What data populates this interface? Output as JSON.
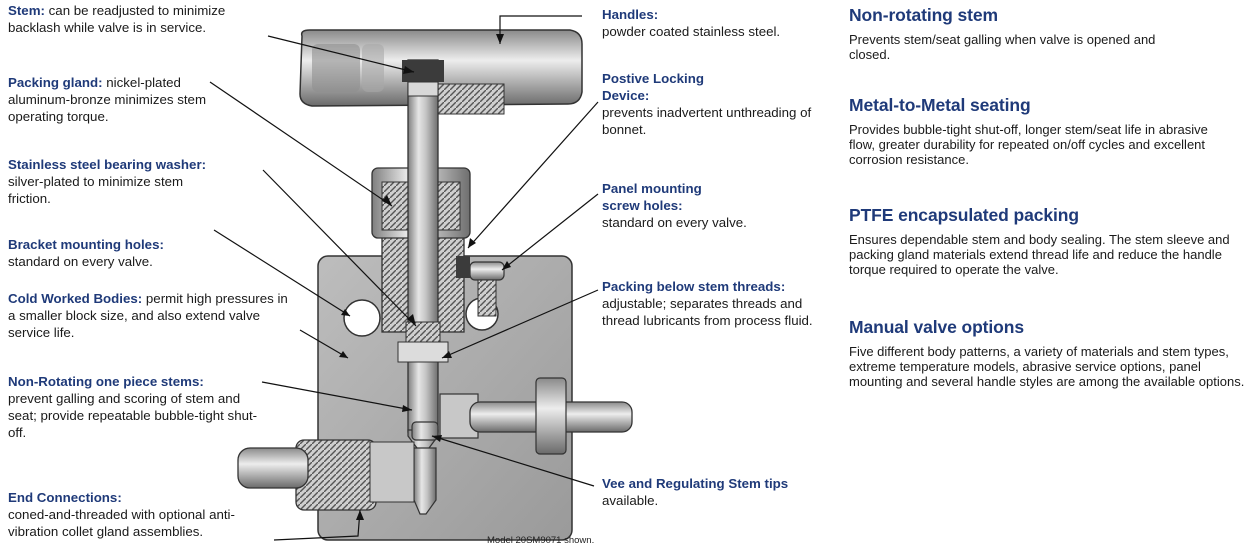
{
  "callouts": {
    "stem": {
      "title": "Stem:",
      "text": " can be readjusted to minimize backlash while valve is in service."
    },
    "packing_gland": {
      "title": "Packing gland:",
      "text": " nickel-plated aluminum-bronze minimizes stem operating torque."
    },
    "bearing_washer": {
      "title": "Stainless steel bearing washer:",
      "text": "silver-plated to minimize stem friction."
    },
    "bracket_holes": {
      "title": "Bracket mounting holes:",
      "text": "standard on every valve."
    },
    "cold_worked": {
      "title": "Cold Worked Bodies:",
      "text": " permit high pressures in a smaller block size, and also extend valve service life."
    },
    "non_rotating_stems": {
      "title": "Non-Rotating one piece stems:",
      "text": "prevent galling and scoring of stem and seat; provide repeatable bubble-tight shut-off."
    },
    "end_connections": {
      "title": "End Connections:",
      "text": "coned-and-threaded with optional anti-vibration collet gland assemblies."
    },
    "handles": {
      "title": "Handles:",
      "text": "powder coated stainless steel."
    },
    "locking_device": {
      "title": "Postive Locking Device:",
      "text": "prevents inadvertent unthreading of bonnet."
    },
    "panel_holes": {
      "title": "Panel mounting screw holes:",
      "text": "standard on every valve."
    },
    "packing_below": {
      "title": "Packing below stem threads:",
      "text": " adjustable; separates threads and thread lubricants from process fluid."
    },
    "vee_tips": {
      "title": "Vee and Regulating Stem tips",
      "text": " available."
    }
  },
  "features": [
    {
      "title": "Non-rotating stem",
      "text": "Prevents stem/seat galling when valve is opened and closed."
    },
    {
      "title": "Metal-to-Metal seating",
      "text": "Provides bubble-tight shut-off, longer stem/seat life in abrasive flow, greater durability for repeated on/off cycles and excellent corrosion resistance."
    },
    {
      "title": "PTFE encapsulated packing",
      "text": "Ensures dependable stem and body sealing. The stem sleeve and packing gland materials extend thread life and reduce the handle torque required to operate the valve."
    },
    {
      "title": "Manual valve options",
      "text": "Five different body patterns, a variety of materials and stem types, extreme temperature models, abrasive service options, panel mounting and several handle styles are among the available options."
    }
  ],
  "caption": "Model 20SM9071 shown."
}
